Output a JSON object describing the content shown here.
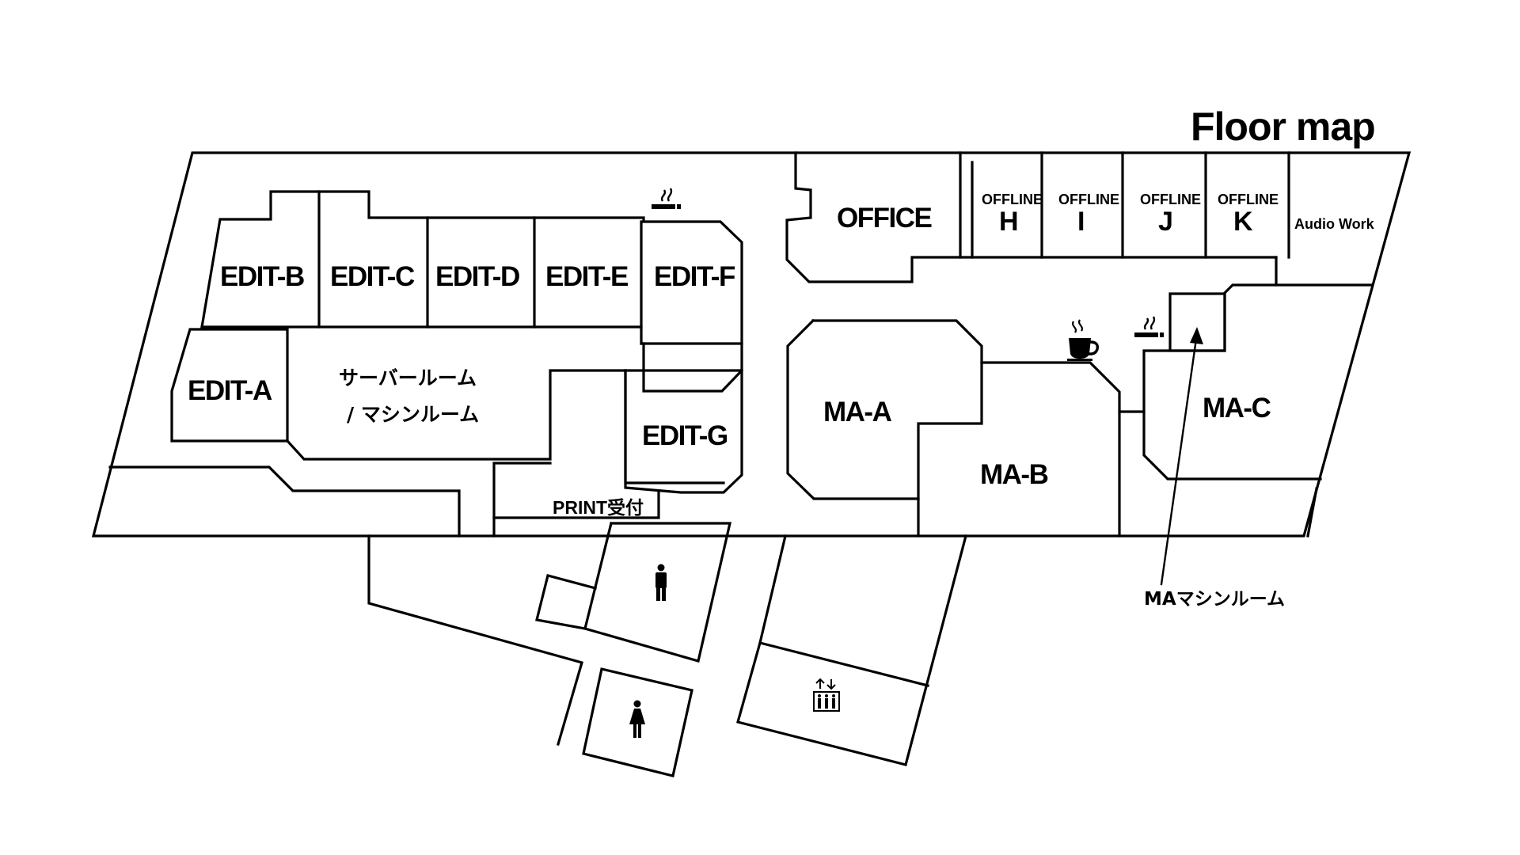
{
  "title": "Floor map",
  "rooms": {
    "edit_a": "EDIT-A",
    "edit_b": "EDIT-B",
    "edit_c": "EDIT-C",
    "edit_d": "EDIT-D",
    "edit_e": "EDIT-E",
    "edit_f": "EDIT-F",
    "edit_g": "EDIT-G",
    "office": "OFFICE",
    "offline_word": "OFFLINE",
    "offline_h": "H",
    "offline_i": "I",
    "offline_j": "J",
    "offline_k": "K",
    "audio_work": "Audio Work",
    "server_room_line1": "サーバールーム",
    "server_room_line2": "/ マシンルーム",
    "print_reception": "PRINT受付",
    "ma_a": "MA-A",
    "ma_b": "MA-B",
    "ma_c": "MA-C",
    "ma_machine_room": "MAマシンルーム"
  },
  "icons": {
    "smoking_area_top": "smoking-icon",
    "smoking_area_right": "smoking-icon",
    "cafe": "coffee-cup-icon",
    "mens_restroom": "man-icon",
    "womens_restroom": "woman-icon",
    "elevator": "elevator-icon"
  },
  "colors": {
    "background": "#ffffff",
    "lines": "#000000"
  }
}
